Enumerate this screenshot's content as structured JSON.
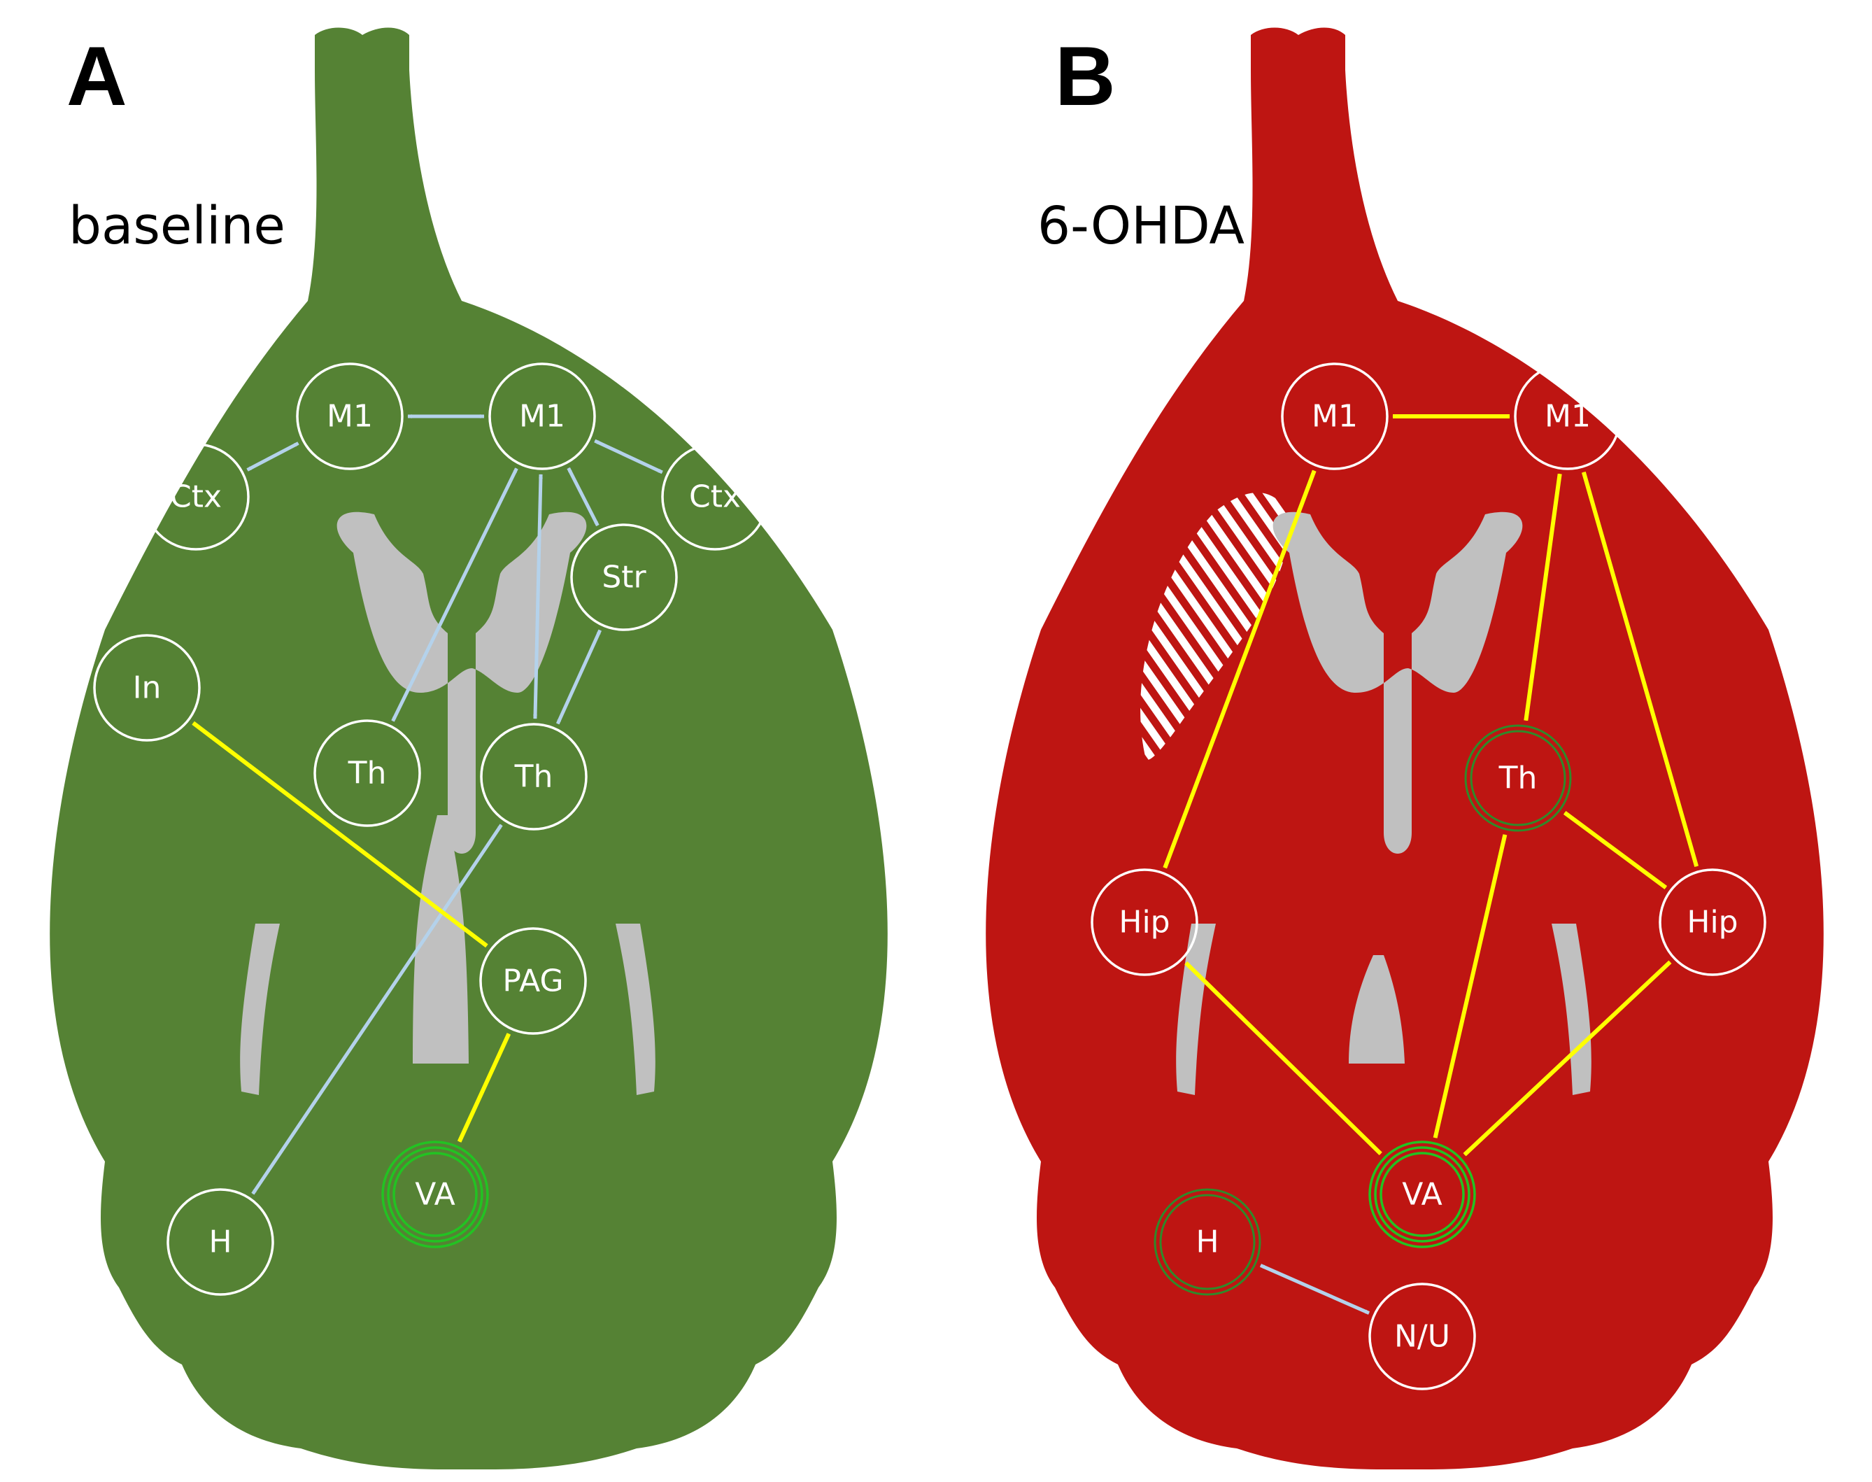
{
  "colors": {
    "baseline_brain": "#558234",
    "lesion_brain": "#be1512",
    "ventricle": "#c0c0c0",
    "arrow_blue": "#b4d2eb",
    "arrow_yellow": "#ffff00",
    "ring_green": "#22c322",
    "ring_darkgreen": "#2f8a2a",
    "node_outline": "#ffffff"
  },
  "panels": [
    {
      "letter": "A",
      "condition": "baseline",
      "brain_color": "#558234",
      "nodes": [
        {
          "id": "a-m1-left",
          "label": "M1"
        },
        {
          "id": "a-m1-right",
          "label": "M1"
        },
        {
          "id": "a-ctx-left",
          "label": "Ctx"
        },
        {
          "id": "a-ctx-right",
          "label": "Ctx"
        },
        {
          "id": "a-str",
          "label": "Str"
        },
        {
          "id": "a-in",
          "label": "In"
        },
        {
          "id": "a-th-left",
          "label": "Th"
        },
        {
          "id": "a-th-right",
          "label": "Th"
        },
        {
          "id": "a-pag",
          "label": "PAG"
        },
        {
          "id": "a-va",
          "label": "VA",
          "ring": "triple-green"
        },
        {
          "id": "a-h",
          "label": "H"
        }
      ],
      "connections": [
        {
          "from": "a-m1-left",
          "to": "a-m1-right",
          "color": "blue"
        },
        {
          "from": "a-m1-left",
          "to": "a-ctx-left",
          "color": "blue"
        },
        {
          "from": "a-m1-right",
          "to": "a-ctx-right",
          "color": "blue"
        },
        {
          "from": "a-m1-right",
          "to": "a-str",
          "color": "blue"
        },
        {
          "from": "a-m1-right",
          "to": "a-th-left",
          "color": "blue"
        },
        {
          "from": "a-m1-right",
          "to": "a-th-right",
          "color": "blue"
        },
        {
          "from": "a-str",
          "to": "a-th-right",
          "color": "blue"
        },
        {
          "from": "a-th-right",
          "to": "a-h",
          "color": "blue"
        },
        {
          "from": "a-in",
          "to": "a-pag",
          "color": "yellow"
        },
        {
          "from": "a-pag",
          "to": "a-va",
          "color": "yellow"
        }
      ]
    },
    {
      "letter": "B",
      "condition": "6-OHDA",
      "brain_color": "#be1512",
      "lesion": "hatched-striatum-left",
      "nodes": [
        {
          "id": "b-m1-left",
          "label": "M1"
        },
        {
          "id": "b-m1-right",
          "label": "M1"
        },
        {
          "id": "b-th",
          "label": "Th",
          "ring": "double-darkgreen"
        },
        {
          "id": "b-hip-left",
          "label": "Hip"
        },
        {
          "id": "b-hip-right",
          "label": "Hip"
        },
        {
          "id": "b-va",
          "label": "VA",
          "ring": "triple-green"
        },
        {
          "id": "b-h",
          "label": "H",
          "ring": "double-darkgreen"
        },
        {
          "id": "b-nu",
          "label": "N/U"
        }
      ],
      "connections": [
        {
          "from": "b-m1-left",
          "to": "b-m1-right",
          "color": "yellow"
        },
        {
          "from": "b-m1-left",
          "to": "b-hip-left",
          "color": "yellow"
        },
        {
          "from": "b-m1-right",
          "to": "b-th",
          "color": "yellow"
        },
        {
          "from": "b-m1-right",
          "to": "b-hip-right",
          "color": "yellow"
        },
        {
          "from": "b-th",
          "to": "b-hip-right",
          "color": "yellow"
        },
        {
          "from": "b-th",
          "to": "b-va",
          "color": "yellow"
        },
        {
          "from": "b-hip-left",
          "to": "b-va",
          "color": "yellow"
        },
        {
          "from": "b-hip-right",
          "to": "b-va",
          "color": "yellow"
        },
        {
          "from": "b-h",
          "to": "b-nu",
          "color": "blue"
        }
      ]
    }
  ]
}
